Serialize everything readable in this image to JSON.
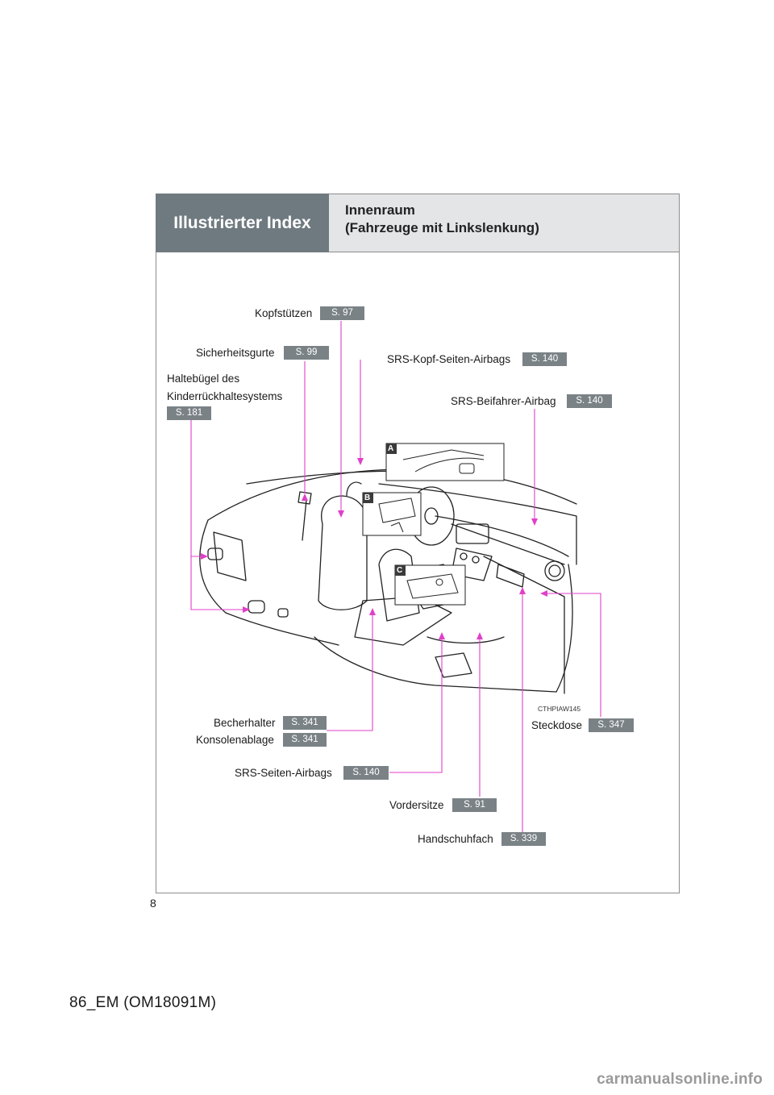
{
  "header": {
    "section_title": "Illustrierter Index",
    "subtitle_line1": "Innenraum",
    "subtitle_line2": "(Fahrzeuge mit Linkslenkung)"
  },
  "callouts": {
    "headrests": {
      "label": "Kopfstützen",
      "page": "S. 97"
    },
    "seatbelts": {
      "label": "Sicherheitsgurte",
      "page": "S. 99"
    },
    "curtain_airbags": {
      "label": "SRS-Kopf-Seiten-Airbags",
      "page": "S. 140"
    },
    "child_anchor": {
      "label_line1": "Haltebügel des",
      "label_line2": "Kinderrückhaltesystems",
      "page": "S. 181"
    },
    "passenger_airbag": {
      "label": "SRS-Beifahrer-Airbag",
      "page": "S. 140"
    },
    "cup_holder": {
      "label": "Becherhalter",
      "page": "S. 341"
    },
    "console_box": {
      "label": "Konsolenablage",
      "page": "S. 341"
    },
    "side_airbags": {
      "label": "SRS-Seiten-Airbags",
      "page": "S. 140"
    },
    "front_seats": {
      "label": "Vordersitze",
      "page": "S. 91"
    },
    "glovebox": {
      "label": "Handschuhfach",
      "page": "S. 339"
    },
    "power_outlet": {
      "label": "Steckdose",
      "page": "S. 347"
    }
  },
  "inset_labels": {
    "a": "A",
    "b": "B",
    "c": "C"
  },
  "illustration_code": "CTHPIAW145",
  "page_number": "8",
  "footer_code": "86_EM (OM18091M)",
  "watermark": "carmanualsonline.info",
  "colors": {
    "leader_line": "#e040c8",
    "header_dark": "#6f7a80",
    "header_light": "#e3e5e6",
    "page_tag": "#7a8286"
  }
}
